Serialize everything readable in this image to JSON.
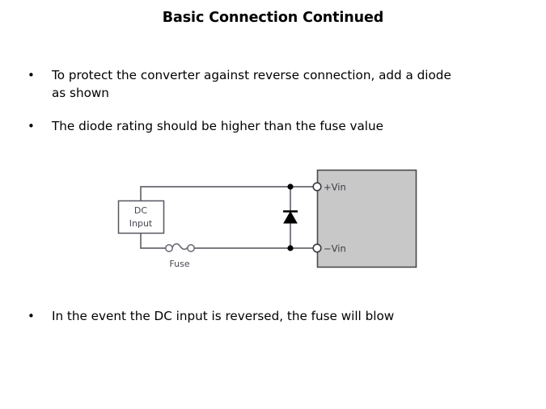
{
  "slide": {
    "title": "Basic Connection Continued",
    "background_color": "#ffffff",
    "bullets": [
      {
        "marker": "•",
        "text": "To protect the converter against reverse connection, add a diode\nas shown"
      },
      {
        "marker": "•",
        "text": "The diode rating should be higher than the fuse value"
      },
      {
        "marker": "•",
        "text": "In the event the DC input is reversed,  the fuse will blow"
      }
    ]
  },
  "diagram": {
    "name": "reverse-connection-protection-circuit",
    "source_block": {
      "label_line1": "DC",
      "label_line2": "Input",
      "fill": "#ffffff",
      "stroke": "#5a5560"
    },
    "fuse": {
      "label": "Fuse"
    },
    "diode": {
      "orientation": "cathode-up",
      "fill": "#000000"
    },
    "converter": {
      "fill": "#c8c8c8",
      "stroke": "#4a4a4a"
    },
    "terminals": [
      {
        "label": "+Vin"
      },
      {
        "label": "−Vin"
      }
    ],
    "wire_color": "#6b6670",
    "junction_color": "#000000"
  }
}
